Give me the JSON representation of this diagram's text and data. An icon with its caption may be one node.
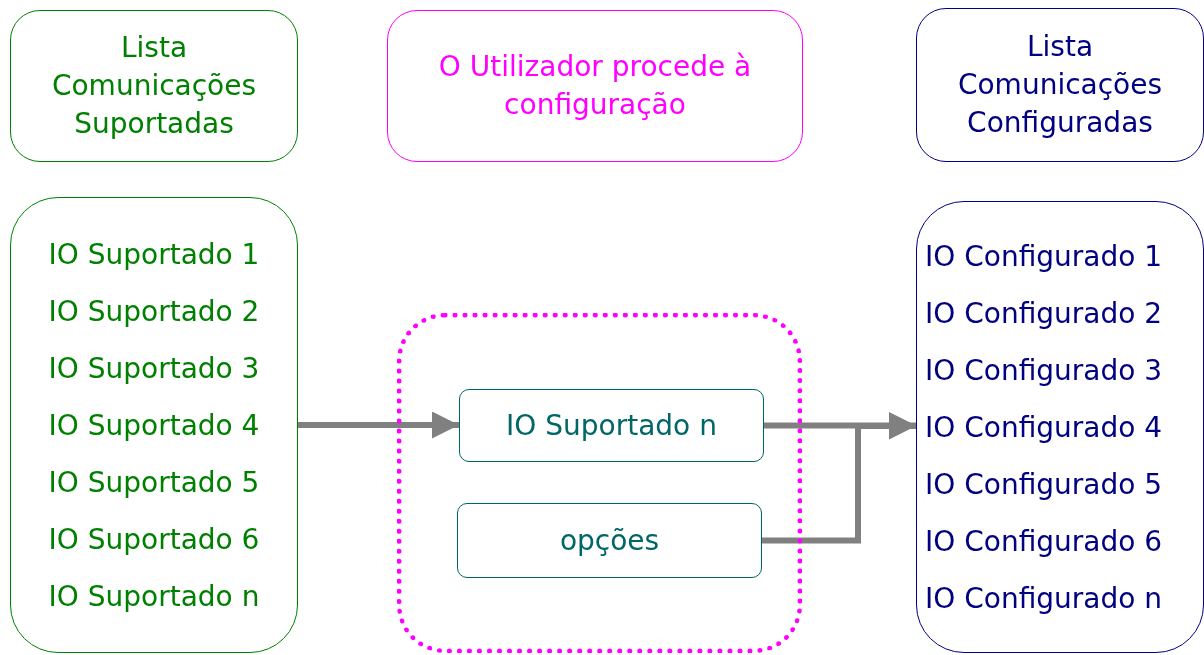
{
  "diagram": {
    "nodes": [
      {
        "text": [
          "Lista Comunicações Suportadas"
        ]
      },
      {
        "text": [
          "O Utilizador procede à configuração"
        ]
      },
      {
        "text": [
          "Lista Comunicações Configuradas"
        ]
      },
      {
        "text": [
          "IO Suportado 1",
          "IO Suportado 2",
          "IO Suportado 3",
          "IO Suportado 4",
          "IO Suportado 5",
          "IO Suportado 6",
          "IO Suportado n"
        ]
      },
      {
        "text": [],
        "shape": "box"
      },
      {
        "text": [
          "IO Suportado n"
        ],
        "in": 4
      },
      {
        "text": [
          "opções"
        ],
        "in": 4
      },
      {
        "text": [
          "IO Configurado 1",
          "IO Configurado 2",
          "IO Configurado 3",
          "IO Configurado 4",
          "IO Configurado 5",
          "IO Configurado 6",
          "IO Configurado n"
        ]
      }
    ],
    "edges": [
      {
        "from": 3,
        "to": 5,
        "arrow": "to"
      },
      {
        "from": 5,
        "to": 7,
        "arrow": "to"
      },
      {
        "from": 6,
        "to": 7,
        "arrow": "to"
      }
    ]
  }
}
